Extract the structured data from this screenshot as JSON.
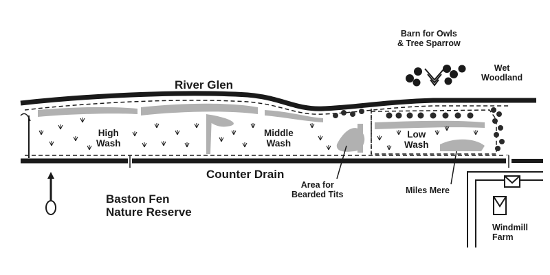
{
  "map": {
    "river": "River Glen",
    "drain": "Counter Drain",
    "washes": {
      "high": [
        "High",
        "Wash"
      ],
      "middle": [
        "Middle",
        "Wash"
      ],
      "low": [
        "Low",
        "Wash"
      ]
    },
    "reserve": [
      "Baston Fen",
      "Nature Reserve"
    ],
    "barn": [
      "Barn for Owls",
      "& Tree Sparrow"
    ],
    "woodland": [
      "Wet",
      "Woodland"
    ],
    "bearded_tits": [
      "Area for",
      "Bearded Tits"
    ],
    "mere": "Miles Mere",
    "farm": [
      "Windmill",
      "Farm"
    ],
    "colors": {
      "ink": "#1a1a1a",
      "marsh": "#a9a9a9",
      "paper": "#ffffff"
    },
    "icons": [
      "north-arrow-icon",
      "tree-icon",
      "barn-icon",
      "building-icon",
      "reed-icon"
    ]
  }
}
